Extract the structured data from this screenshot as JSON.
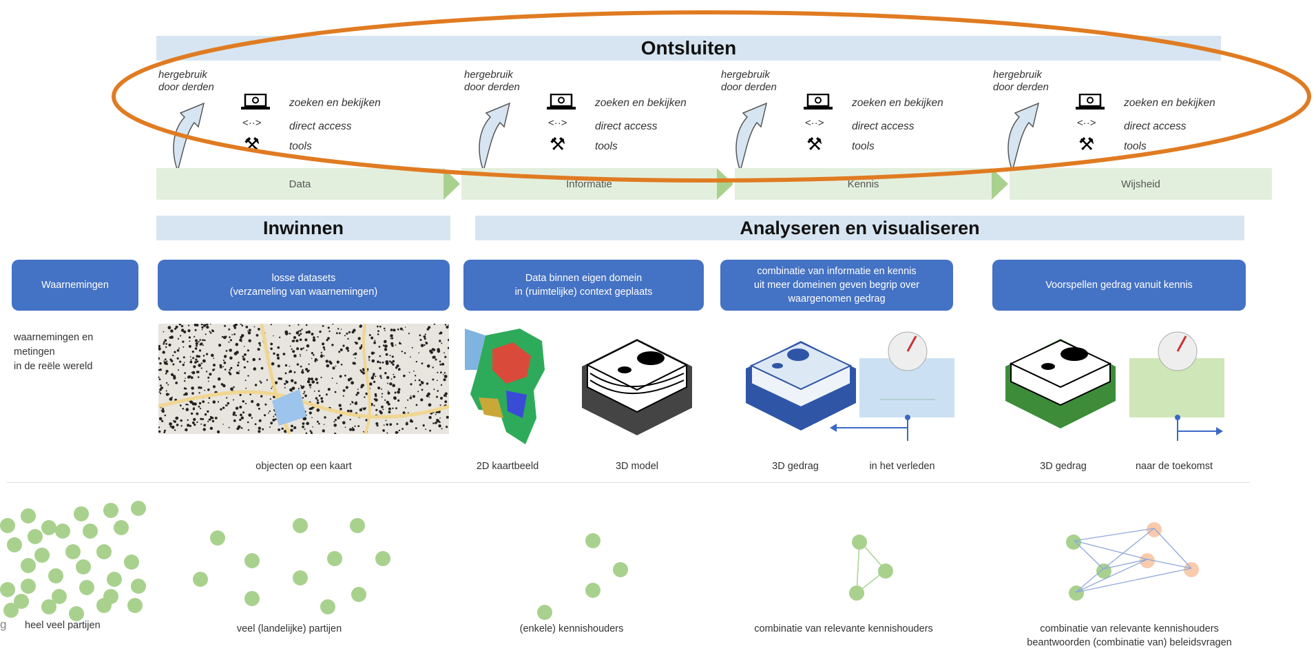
{
  "top_band": {
    "title": "Ontsluiten"
  },
  "ontsluiten_columns": [
    {
      "reuse": "hergebruik\ndoor derden",
      "search": "zoeken en bekijken",
      "access": "direct access",
      "tools": "tools"
    },
    {
      "reuse": "hergebruik\ndoor derden",
      "search": "zoeken en bekijken",
      "access": "direct access",
      "tools": "tools"
    },
    {
      "reuse": "hergebruik\ndoor derden",
      "search": "zoeken en bekijken",
      "access": "direct access",
      "tools": "tools"
    },
    {
      "reuse": "hergebruik\ndoor derden",
      "search": "zoeken en bekijken",
      "access": "direct access",
      "tools": "tools"
    }
  ],
  "stages": {
    "data": "Data",
    "informatie": "Informatie",
    "kennis": "Kennis",
    "wijsheid": "Wijsheid"
  },
  "phase_bands": {
    "inwinnen": "Inwinnen",
    "analyseren": "Analyseren en visualiseren"
  },
  "boxes": {
    "waarnemingen": "Waarnemingen",
    "losse": "losse datasets\n(verzameling van waarnemingen)",
    "binnen": "Data binnen eigen domein\nin (ruimtelijke) context geplaats",
    "combinatie": "combinatie van informatie en kennis\nuit meer domeinen geven begrip over\nwaargenomen gedrag",
    "voorspellen": "Voorspellen gedrag  vanuit kennis"
  },
  "left_text": "waarnemingen en\nmetingen\nin de reële wereld",
  "captions": {
    "objecten": "objecten op een kaart",
    "kaartbeeld": "2D kaartbeeld",
    "model3d": "3D model",
    "gedrag1": "3D gedrag",
    "verleden": "in het verleden",
    "gedrag2": "3D gedrag",
    "toekomst": "naar de toekomst"
  },
  "bottom_captions": {
    "c1": "heel veel partijen",
    "c2": "veel (landelijke) partijen",
    "c3": "(enkele) kennishouders",
    "c4": "combinatie van relevante kennishouders",
    "c5": "combinatie van relevante kennishouders\nbeantwoorden (combinatie van) beleidsvragen"
  },
  "edge_letter": "g",
  "colors": {
    "accent_orange": "#e07b22",
    "box_blue": "#4472c4",
    "band_blue": "#d6e5f1",
    "stage_green": "#e3efdd",
    "dot_green": "#a9d18e",
    "dot_orange": "#f8cbad"
  }
}
